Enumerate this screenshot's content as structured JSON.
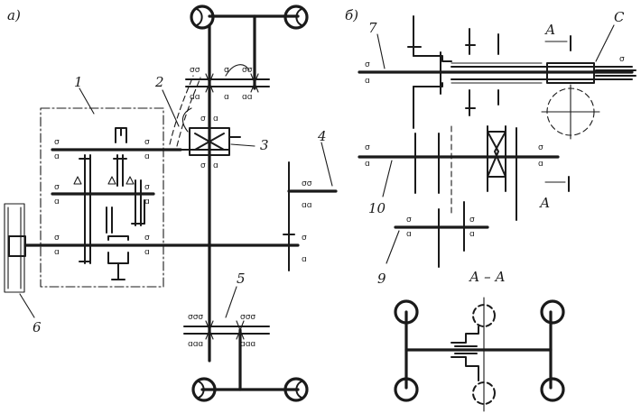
{
  "panels": {
    "a": {
      "label": "а)"
    },
    "b": {
      "label": "б)"
    }
  },
  "callouts": {
    "n1": "1",
    "n2": "2",
    "n3": "3",
    "n4": "4",
    "n5": "5",
    "n6": "6",
    "n7": "7",
    "n9": "9",
    "n10": "10",
    "c": "С",
    "a_top": "А",
    "a_bottom": "А"
  },
  "section_title": "А – А"
}
